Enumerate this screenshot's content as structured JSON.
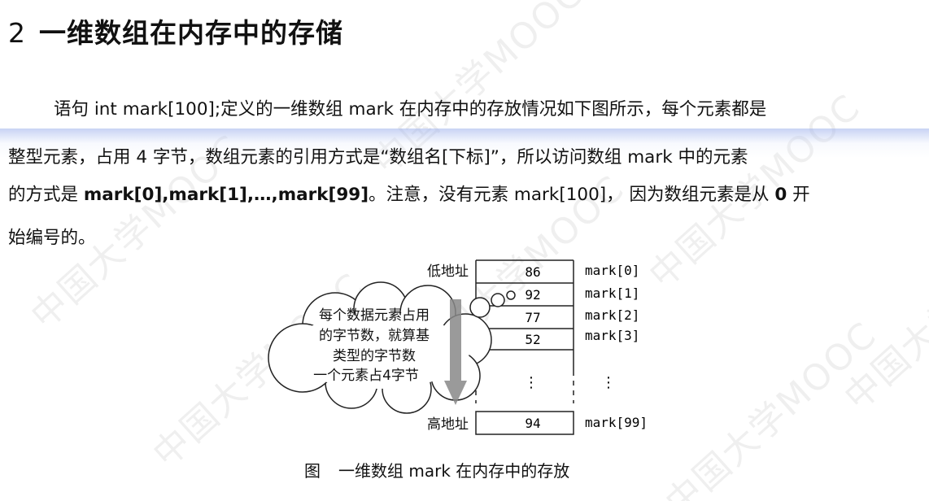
{
  "heading": {
    "number": "2",
    "title": "一维数组在内存中的存储"
  },
  "paragraph": {
    "line1": "语句 int mark[100];定义的一维数组 mark 在内存中的存放情况如下图所示，每个元素都是",
    "line2": "整型元素，占用 4 字节，数组元素的引用方式是“数组名[下标]”，所以访问数组 mark 中的元素",
    "line3_pre": "的方式是 ",
    "line3_bold": "mark[0],mark[1],…,mark[99]",
    "line3_mid": "。注意，没有元素 mark[100]， 因为数组元素是从 ",
    "line3_bold2": "0",
    "line3_post": " 开",
    "line4": "始编号的。"
  },
  "figure": {
    "low_address": "低地址",
    "high_address": "高地址",
    "cells": [
      {
        "value": "86",
        "label": "mark[0]"
      },
      {
        "value": "92",
        "label": "mark[1]"
      },
      {
        "value": "77",
        "label": "mark[2]"
      },
      {
        "value": "52",
        "label": "mark[3]"
      }
    ],
    "last_cell": {
      "value": "94",
      "label": "mark[99]"
    },
    "ellipsis": "⋮",
    "bubble_lines": [
      "每个数据元素占用",
      "的字节数，就算基",
      "类型的字节数",
      "一个元素占4字节"
    ],
    "caption_prefix": "图",
    "caption_text": "一维数组 mark 在内存中的存放"
  },
  "watermark": "中国大学MOOC"
}
